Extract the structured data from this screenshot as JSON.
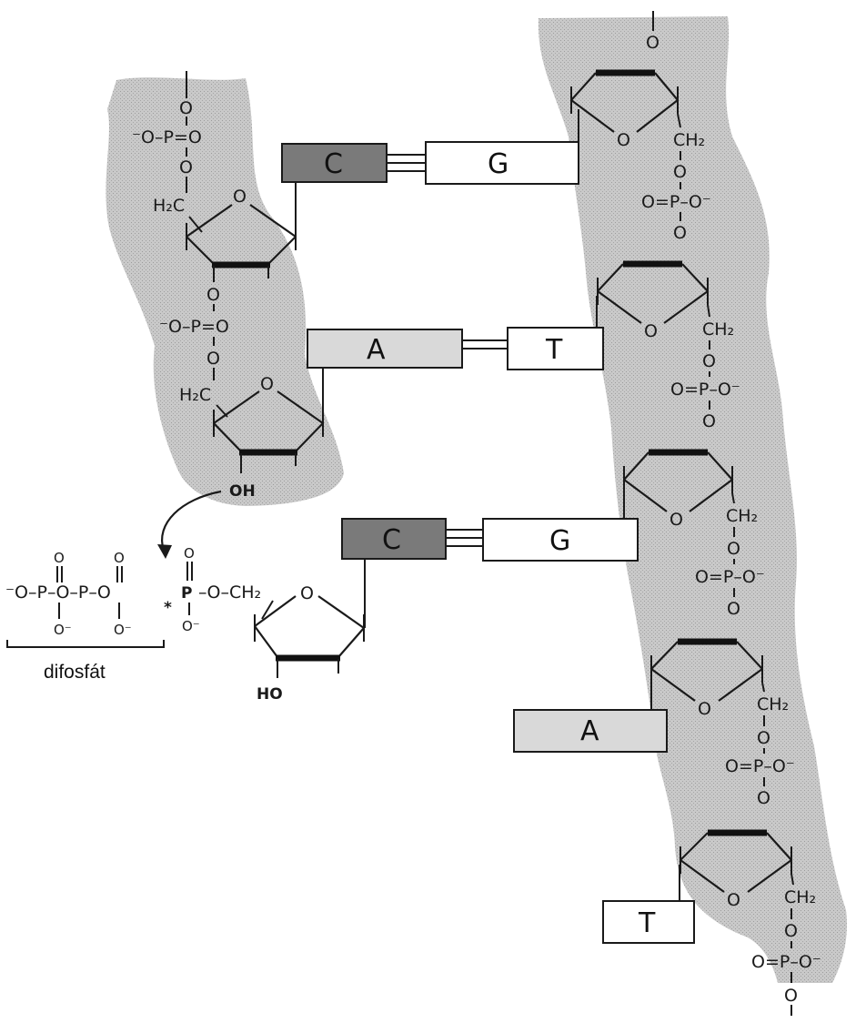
{
  "labels": {
    "phosphate_left": "⁻O–P=O",
    "phosphate_right": "O=P–O⁻",
    "ch2_left": "H₂C",
    "ch2_right": "CH₂",
    "oxygen": "O",
    "oh": "OH",
    "ho": "HO",
    "o_minus": "O⁻",
    "phosphorus": "P",
    "o_ch2": "–O–CH₂",
    "triphosphate_chain": "⁻O–P–O–P–O",
    "star": "*",
    "difosfat": "difosfát"
  },
  "base_pairs": [
    {
      "left": "C",
      "right": "G"
    },
    {
      "left": "A",
      "right": "T"
    },
    {
      "left": "C",
      "right": "G"
    }
  ],
  "unpaired_bases": [
    "A",
    "T"
  ],
  "colors": {
    "backbone_shade": "#c6c6c6",
    "cytosine_fill": "#7a7a7a",
    "adenine_fill": "#d9d9d9",
    "pyrimidine_fill": "#ffffff",
    "ink": "#1a1a1a"
  }
}
